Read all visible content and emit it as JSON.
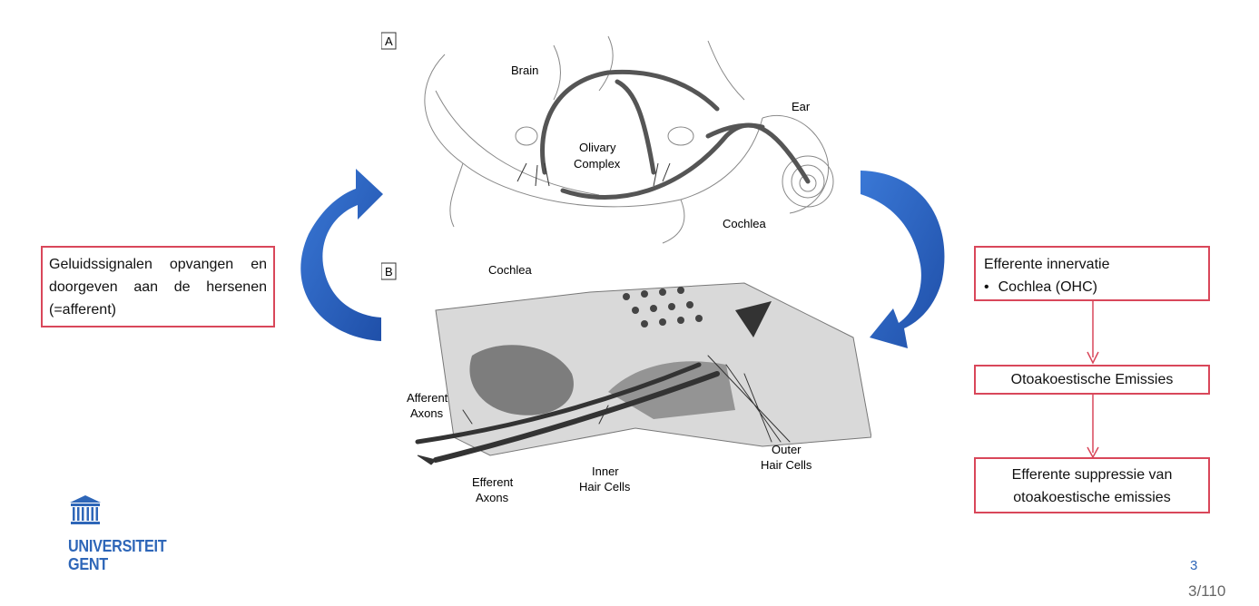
{
  "panel_a": {
    "tag": "A",
    "labels": {
      "brain": "Brain",
      "olivary_line1": "Olivary",
      "olivary_line2": "Complex",
      "ear": "Ear",
      "cochlea": "Cochlea"
    }
  },
  "panel_b": {
    "tag": "B",
    "labels": {
      "cochlea": "Cochlea",
      "afferent_line1": "Afferent",
      "afferent_line2": "Axons",
      "efferent_line1": "Efferent",
      "efferent_line2": "Axons",
      "inner_line1": "Inner",
      "inner_line2": "Hair Cells",
      "outer_line1": "Outer",
      "outer_line2": "Hair Cells"
    }
  },
  "left_box": {
    "line1": "Geluidssignalen opvangen en",
    "line2": "doorgeven aan de hersenen",
    "line3": "(=afferent)"
  },
  "right_boxes": {
    "top_title": "Efferente innervatie",
    "top_bullet_symbol": "•",
    "top_bullet": "Cochlea (OHC)",
    "middle": "Otoakoestische Emissies",
    "bottom_line1": "Efferente suppressie van",
    "bottom_line2": "otoakoestische emissies"
  },
  "logo": {
    "line1": "UNIVERSITEIT",
    "line2": "GENT"
  },
  "pagination": {
    "slide": "3",
    "counter": "3/110"
  },
  "colors": {
    "accent_red": "#d9475a",
    "arrow_blue": "#2b63c4",
    "logo_blue": "#2e66b8"
  }
}
